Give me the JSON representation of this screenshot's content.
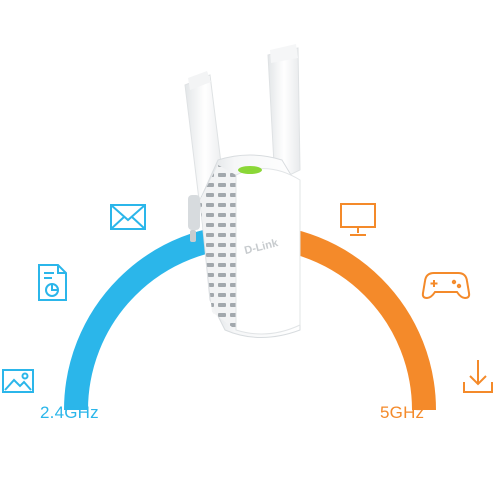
{
  "bands": {
    "left": {
      "label": "2.4GHz",
      "color": "#2bb6ea"
    },
    "right": {
      "label": "5GHz",
      "color": "#f48a2a"
    }
  },
  "device": {
    "brand": "D-Link"
  },
  "icons_left": [
    "envelope-icon",
    "document-chart-icon",
    "image-icon"
  ],
  "icons_right": [
    "monitor-icon",
    "gamepad-icon",
    "download-icon"
  ]
}
